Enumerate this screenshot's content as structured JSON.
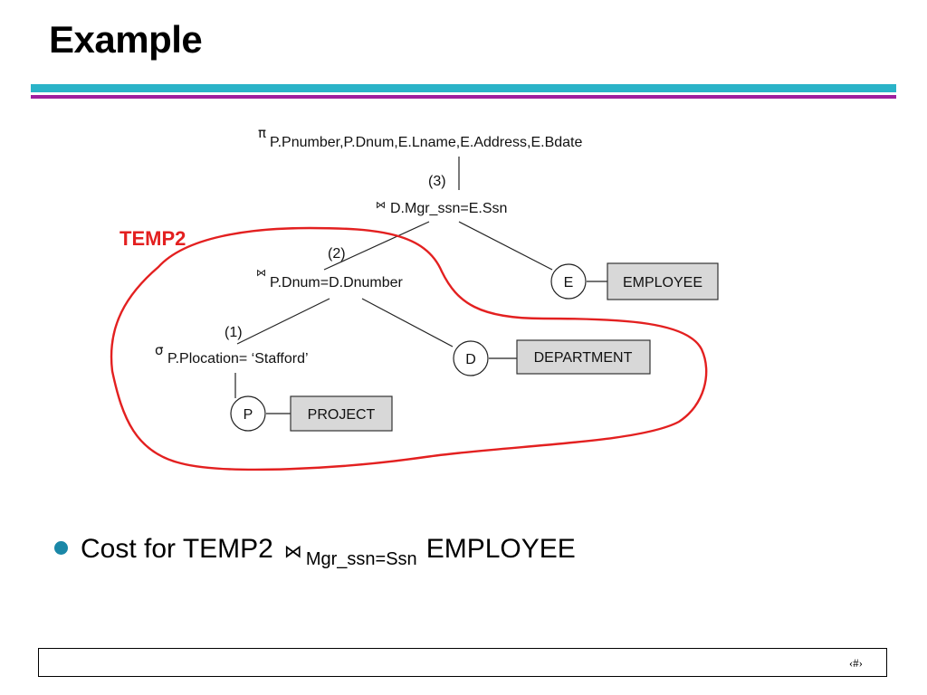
{
  "slide": {
    "title": "Example",
    "bullet": {
      "prefix": "Cost for TEMP2",
      "operator": "⋈",
      "subscript": "Mgr_ssn=Ssn",
      "suffix": "EMPLOYEE"
    },
    "page_number": "‹#›"
  },
  "colors": {
    "rule_cyan": "#2ab3c8",
    "rule_purple": "#9e1f9e",
    "region_outline": "#e32020",
    "temp_label": "#e32020",
    "relation_fill": "#d8d8d8",
    "bullet": "#1a87a7"
  },
  "diagram": {
    "temp_label": "TEMP2",
    "root": {
      "symbol": "π",
      "condition": "P.Pnumber,P.Dnum,E.Lname,E.Address,E.Bdate"
    },
    "join_top": {
      "step": "(3)",
      "symbol": "⋈",
      "condition": "D.Mgr_ssn=E.Ssn"
    },
    "join_mid": {
      "step": "(2)",
      "symbol": "⋈",
      "condition": "P.Dnum=D.Dnumber"
    },
    "select": {
      "step": "(1)",
      "symbol": "σ",
      "condition": "P.Plocation= ‘Stafford’"
    },
    "employee": {
      "alias": "E",
      "relation": "EMPLOYEE"
    },
    "department": {
      "alias": "D",
      "relation": "DEPARTMENT"
    },
    "project": {
      "alias": "P",
      "relation": "PROJECT"
    }
  }
}
